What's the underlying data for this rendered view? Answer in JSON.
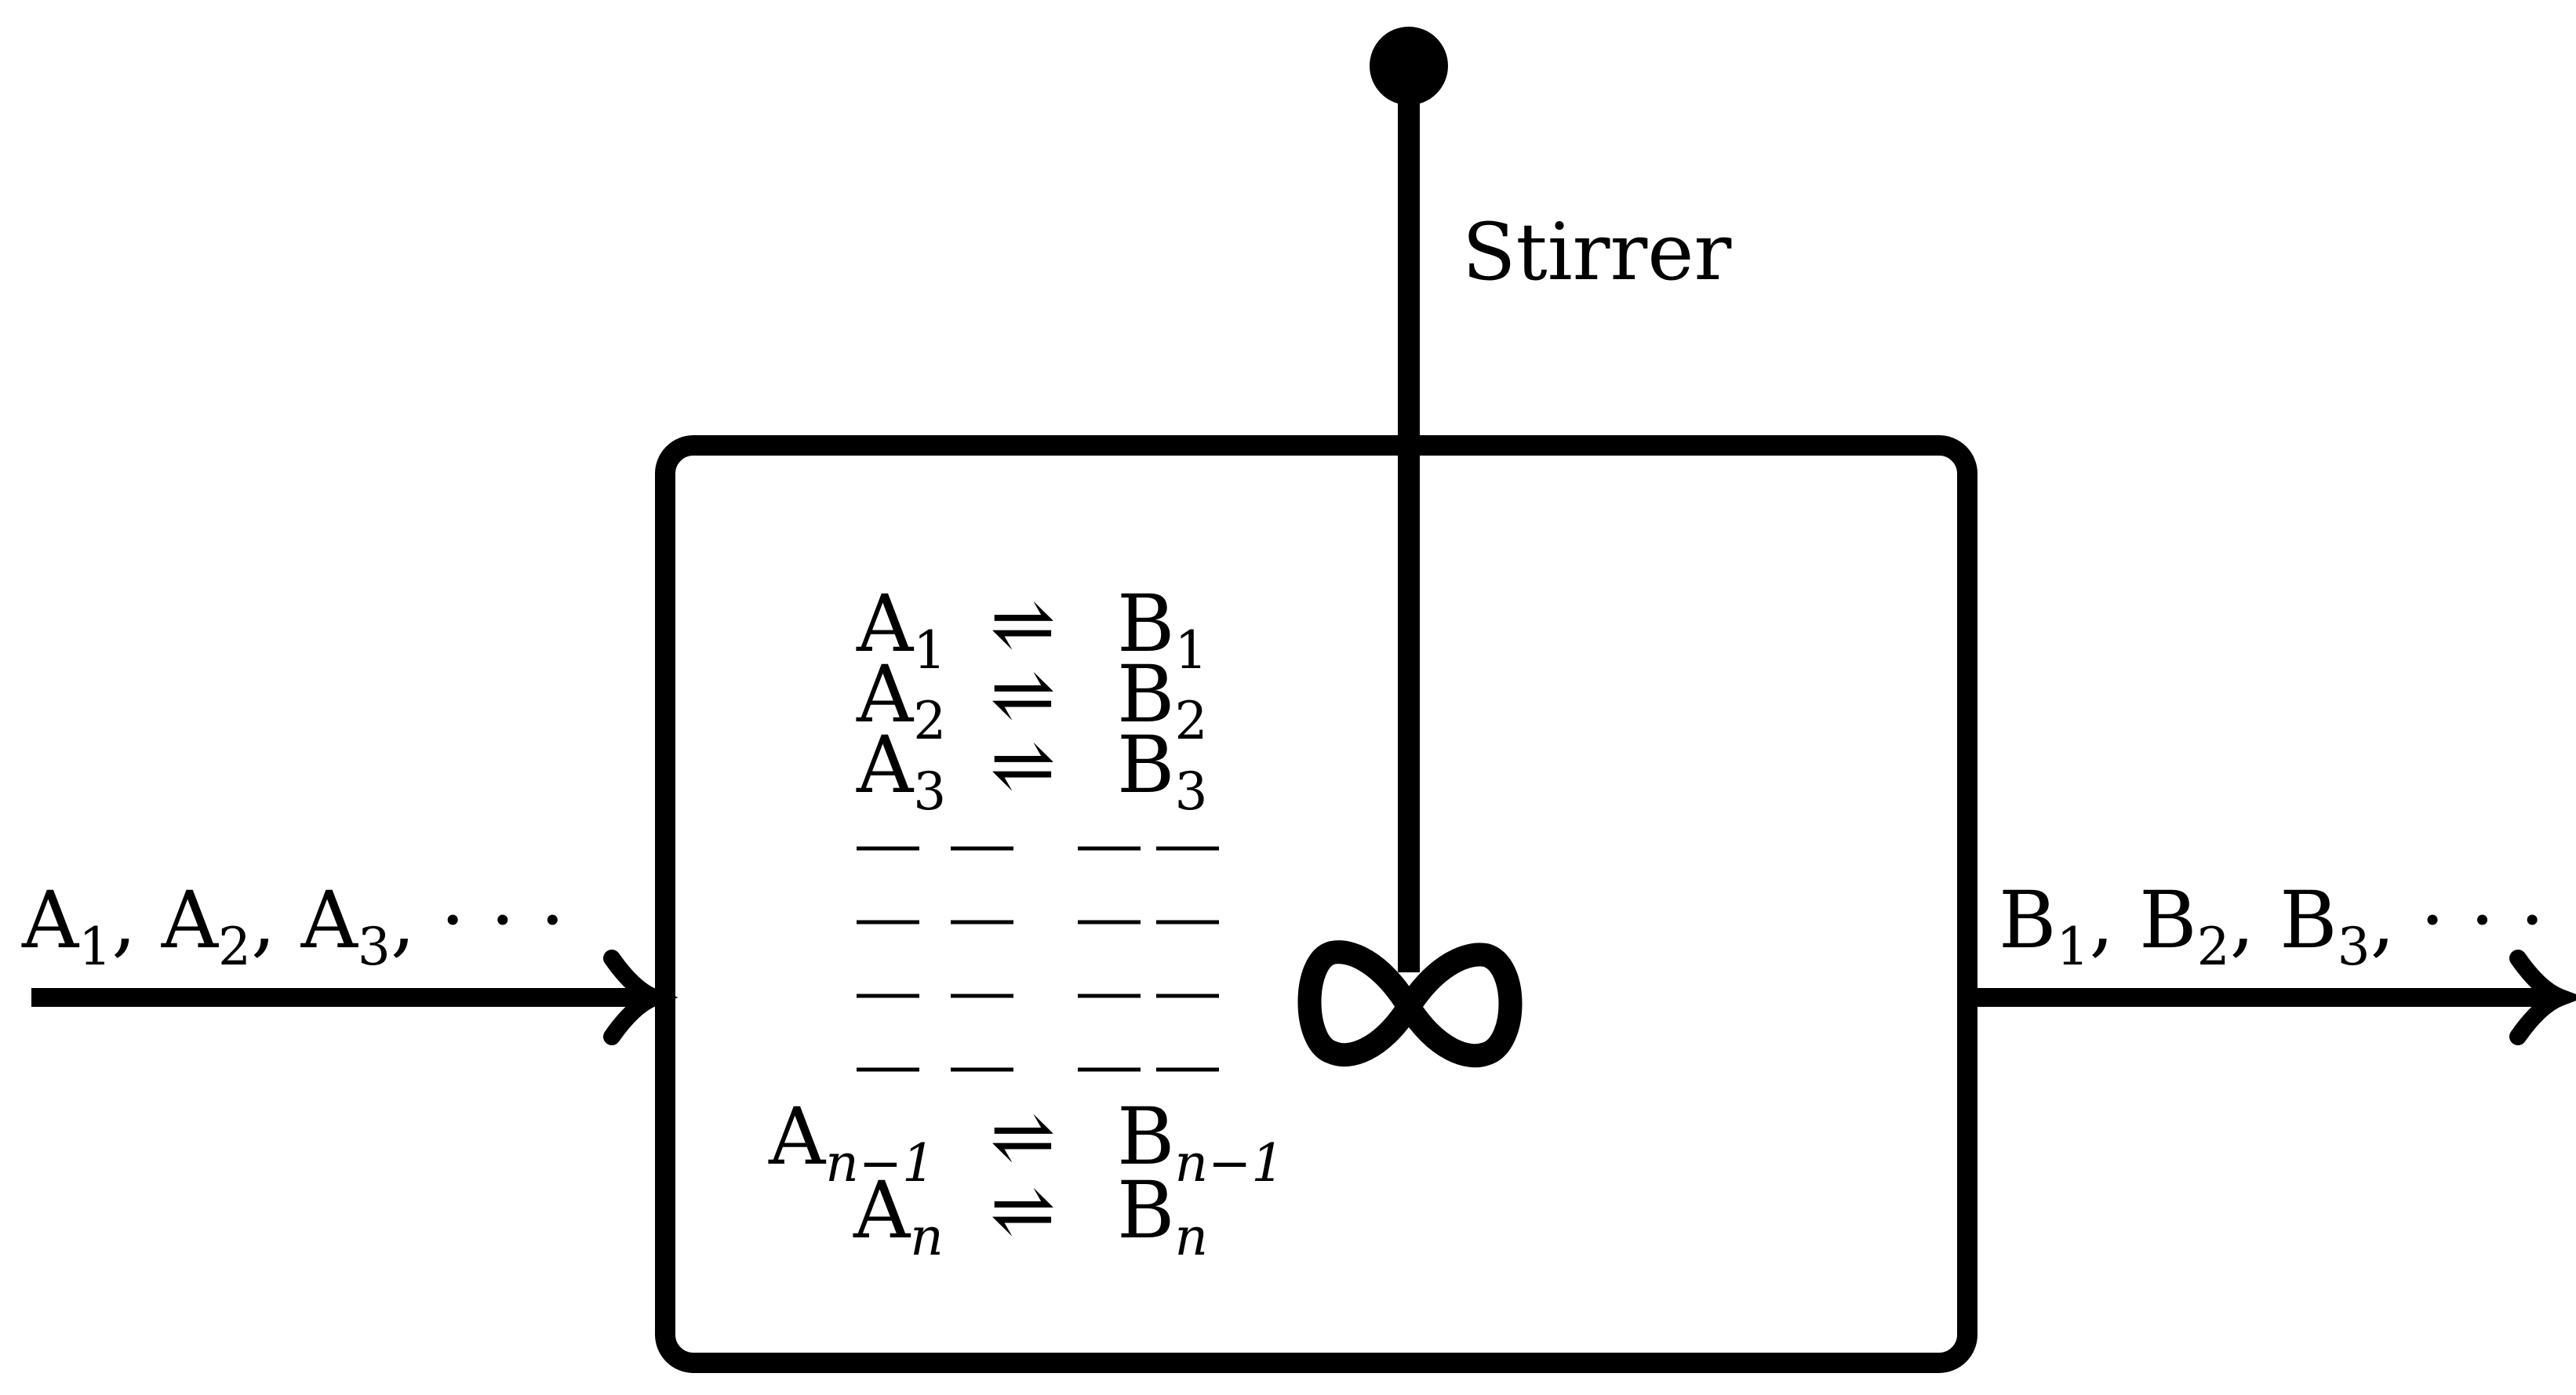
{
  "stirrer_label": "Stirrer",
  "inlet_label": {
    "items": [
      {
        "base": "A",
        "sub": "1"
      },
      {
        "base": "A",
        "sub": "2"
      },
      {
        "base": "A",
        "sub": "3"
      }
    ],
    "separator": ", ",
    "ellipsis": "· · ·"
  },
  "outlet_label": {
    "items": [
      {
        "base": "B",
        "sub": "1"
      },
      {
        "base": "B",
        "sub": "2"
      },
      {
        "base": "B",
        "sub": "3"
      }
    ],
    "separator": ", ",
    "ellipsis": "· · ·"
  },
  "equilibrium_symbol": "⇌",
  "reactions_top": [
    {
      "left": "A",
      "left_sub": "1",
      "right": "B",
      "right_sub": "1",
      "italic_sub": false
    },
    {
      "left": "A",
      "left_sub": "2",
      "right": "B",
      "right_sub": "2",
      "italic_sub": false
    },
    {
      "left": "A",
      "left_sub": "3",
      "right": "B",
      "right_sub": "3",
      "italic_sub": false
    }
  ],
  "reactions_bottom": [
    {
      "left": "A",
      "left_sub": "n−1",
      "right": "B",
      "right_sub": "n−1",
      "italic_sub": true
    },
    {
      "left": "A",
      "left_sub": "n",
      "right": "B",
      "right_sub": "n",
      "italic_sub": true
    }
  ],
  "dash_rows": 4,
  "colors": {
    "stroke": "#000000",
    "background": "#ffffff"
  }
}
